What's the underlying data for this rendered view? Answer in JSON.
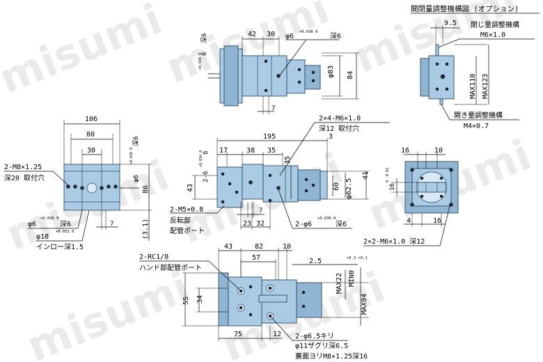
{
  "watermark": "misumi",
  "title": "開閉量調整機構図 (オプション)",
  "top_view": {
    "dim_top_42": "42",
    "dim_top_30": "30",
    "dim_phi6": "φ6",
    "tol_phi6": "+0.036 0",
    "depth6_a": "深6",
    "dim_6_vert": "6",
    "tol_6_vert": "+0.036 0",
    "depth6_b": "深6",
    "dim_phi83": "φ83",
    "dim_84": "84",
    "dim_7": "7"
  },
  "left_view": {
    "dim_106": "106",
    "dim_80": "80",
    "dim_30": "30",
    "m8": "2-M8×1.25",
    "m8_depth": "深20 取付穴",
    "phi6_vert": "φ6",
    "tol_phi6_vert": "+0.036 0",
    "depth6_vert": "深6",
    "dim_86": "86",
    "dim_3_1": "(3.1)",
    "phi6_bottom": "φ6",
    "tol_phi6_bottom": "+0.036 0",
    "depth6_bottom": "深6",
    "dim_7": "7",
    "phi18": "φ18",
    "tol_phi18": "+0.052 0",
    "inro": "インロー深1.5"
  },
  "front_view": {
    "m6_4": "2×4-M6×1.0",
    "m6_4_depth": "深12 取付穴",
    "dim_195": "195",
    "dim_3": "3",
    "dim_17": "17",
    "dim_38": "38",
    "dim_35_h": "35",
    "dim_35_v": "35",
    "dim_6": "6",
    "dim_2_6": "2-6",
    "tol_6": "+0.036 0",
    "dim_43": "43",
    "dim_41": "41",
    "dim_60": "60",
    "dim_phi62_5": "φ62.5",
    "m5": "2-M5×0.8",
    "m5_note1": "反転部",
    "m5_note2": "配管ポート",
    "dim_7": "7",
    "dim_23": "23",
    "dim_32": "32",
    "phi6_two": "2-φ6",
    "tol_phi6_two": "+0.036 0",
    "depth6": "深6"
  },
  "side_view": {
    "dim_16": "16",
    "dim_10": "10",
    "dim_16_v": "16",
    "tol_16": "0 -0.03",
    "dim_4": "4",
    "dim_16_b": "16",
    "m6_2x2": "2×2-M6×1.0 深12"
  },
  "bottom_view": {
    "dim_43": "43",
    "dim_82": "82",
    "dim_10": "10",
    "rc": "2-RC1/8",
    "rc_note": "ハンド部配管ポート",
    "dim_57": "57",
    "dim_2_5": "2.5",
    "tol_2_5": "+0.3 +0.1",
    "max22": "MAX22",
    "min0": "MIN0",
    "max94": "MAX94",
    "dim_55": "55",
    "dim_34": "34",
    "phi6_5": "2-φ6.5キリ",
    "counterbore": "φ11ザグリ深6.5",
    "back_tap": "裏面ヨリM8×1.25深16",
    "dim_75": "75",
    "dim_12": "12"
  },
  "option_view": {
    "dim_9_5": "9.5",
    "close_adj": "閉じ量調整機構",
    "close_m": "M6×1.0",
    "max110": "MAX110",
    "max123": "MAX123",
    "open_adj": "開き量調整機構",
    "open_m": "M4×0.7"
  }
}
